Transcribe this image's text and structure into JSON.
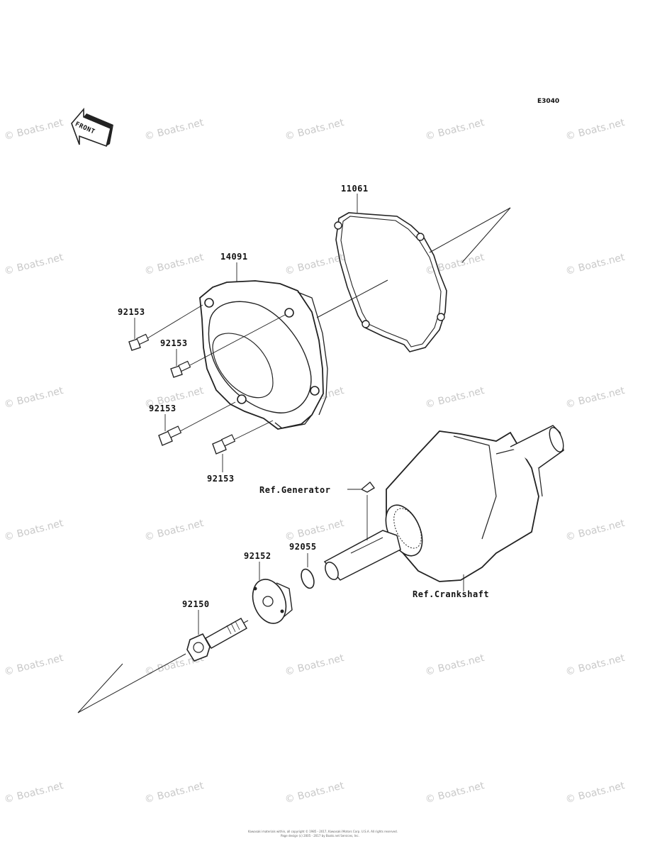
{
  "diagram_code": "E3040",
  "front_label": "FRONT",
  "parts": {
    "gasket": "11061",
    "cover": "14091",
    "bolt_a": "92153",
    "bolt_b": "92153",
    "bolt_c": "92153",
    "bolt_d": "92153",
    "o_ring": "92055",
    "flange": "92152",
    "bolt_main": "92150"
  },
  "refs": {
    "generator": "Ref.Generator",
    "crankshaft": "Ref.Crankshaft"
  },
  "watermark": "© Boats.net",
  "footer": {
    "line1": "Kawasaki materials within, all copyright © 1985 - 2017, Kawasaki Motors Corp. U.S.A. All rights reserved.",
    "line2": "Page design (c) 2005 - 2017 by Boats.net Services, Inc."
  }
}
